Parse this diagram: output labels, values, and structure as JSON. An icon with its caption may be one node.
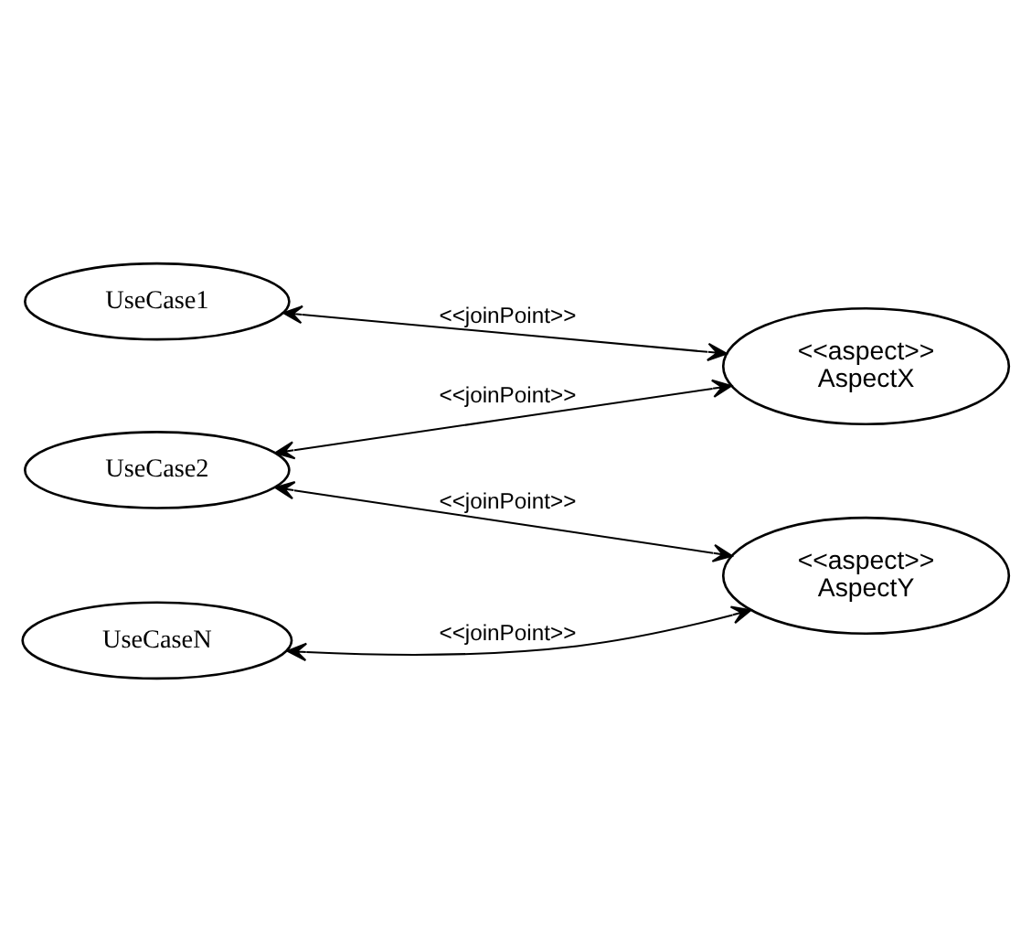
{
  "diagram": {
    "nodes": [
      {
        "text": [
          "UseCase1"
        ]
      },
      {
        "text": [
          "<<aspect>>",
          "AspectX"
        ]
      },
      {
        "text": [
          "UseCase2"
        ]
      },
      {
        "text": [
          "<<aspect>>",
          "AspectY"
        ]
      },
      {
        "text": [
          "UseCaseN"
        ]
      }
    ],
    "edges": [
      {
        "from": 0,
        "to": 1,
        "arrow": "both",
        "label": "<<joinPoint>>"
      },
      {
        "from": 1,
        "to": 2,
        "arrow": "both",
        "label": "<<joinPoint>>"
      },
      {
        "from": 2,
        "to": 3,
        "arrow": "both",
        "label": "<<joinPoint>>"
      },
      {
        "from": 4,
        "to": 3,
        "arrow": "both",
        "label": "<<joinPoint>>"
      }
    ]
  }
}
